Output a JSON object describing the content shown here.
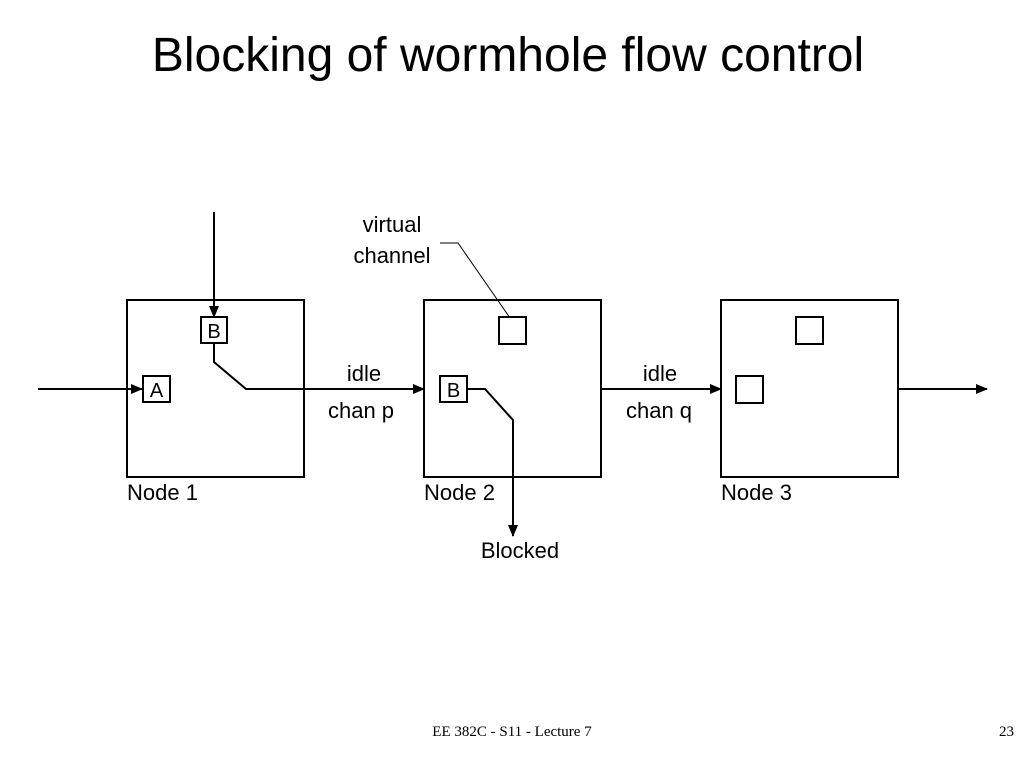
{
  "slide": {
    "title": "Blocking of wormhole flow control",
    "footer": "EE 382C - S11 - Lecture 7",
    "page_number": "23"
  },
  "diagram": {
    "annotation": [
      "virtual",
      "channel"
    ],
    "nodes": [
      {
        "label": "Node 1"
      },
      {
        "label": "Node 2"
      },
      {
        "label": "Node 3"
      }
    ],
    "flits": {
      "node1_input_b": "B",
      "node1_input_a": "A",
      "node2_input_b": "B"
    },
    "channels": [
      {
        "status": "idle",
        "name": "chan p"
      },
      {
        "status": "idle",
        "name": "chan q"
      }
    ],
    "blocked_label": "Blocked",
    "stroke_color": "#000000",
    "background_color": "#ffffff"
  }
}
